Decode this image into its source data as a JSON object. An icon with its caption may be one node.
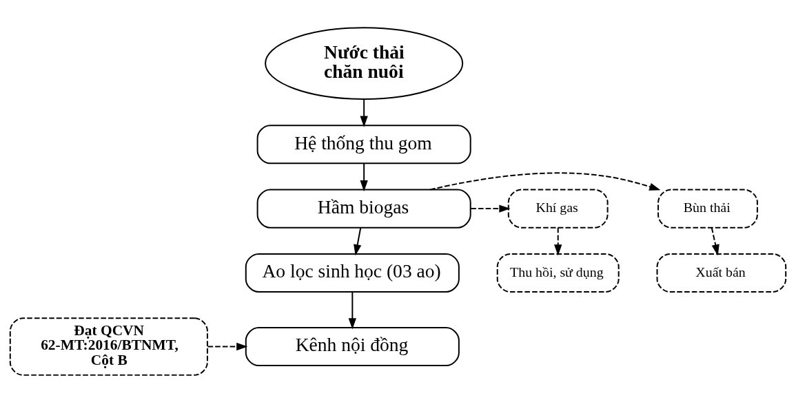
{
  "diagram": {
    "nodes": [
      {
        "text": [
          "Nước thải chăn nuôi"
        ]
      },
      {
        "text": [
          "Hệ thống thu gom"
        ]
      },
      {
        "text": [
          "Hầm biogas"
        ]
      },
      {
        "text": [
          "Bùn thải"
        ]
      },
      {
        "text": [
          "Khí gas"
        ]
      },
      {
        "text": [
          "Xuất bán"
        ]
      },
      {
        "text": [
          "Thu hồi, sử dụng"
        ]
      },
      {
        "text": [
          "Ao lọc sinh học (03 ao)"
        ]
      },
      {
        "text": [
          "Đạt QCVN 62-MT:2016/BTNMT, Cột B"
        ]
      },
      {
        "text": [
          "Kênh nội đồng"
        ]
      }
    ],
    "edges": [
      {
        "from": 0,
        "to": 1,
        "arrow": "to"
      },
      {
        "from": 1,
        "to": 2,
        "arrow": "to"
      },
      {
        "from": 2,
        "to": 3,
        "arrow": "to",
        "style": "dashed"
      },
      {
        "from": 2,
        "to": 4,
        "arrow": "to",
        "style": "dashed"
      },
      {
        "from": 3,
        "to": 5,
        "arrow": "to",
        "style": "dashed"
      },
      {
        "from": 4,
        "to": 6,
        "arrow": "to",
        "style": "dashed"
      },
      {
        "from": 2,
        "to": 7,
        "arrow": "to"
      },
      {
        "from": 7,
        "to": 9,
        "arrow": "to"
      },
      {
        "from": 8,
        "to": 9,
        "arrow": "to",
        "style": "dashed"
      }
    ]
  }
}
